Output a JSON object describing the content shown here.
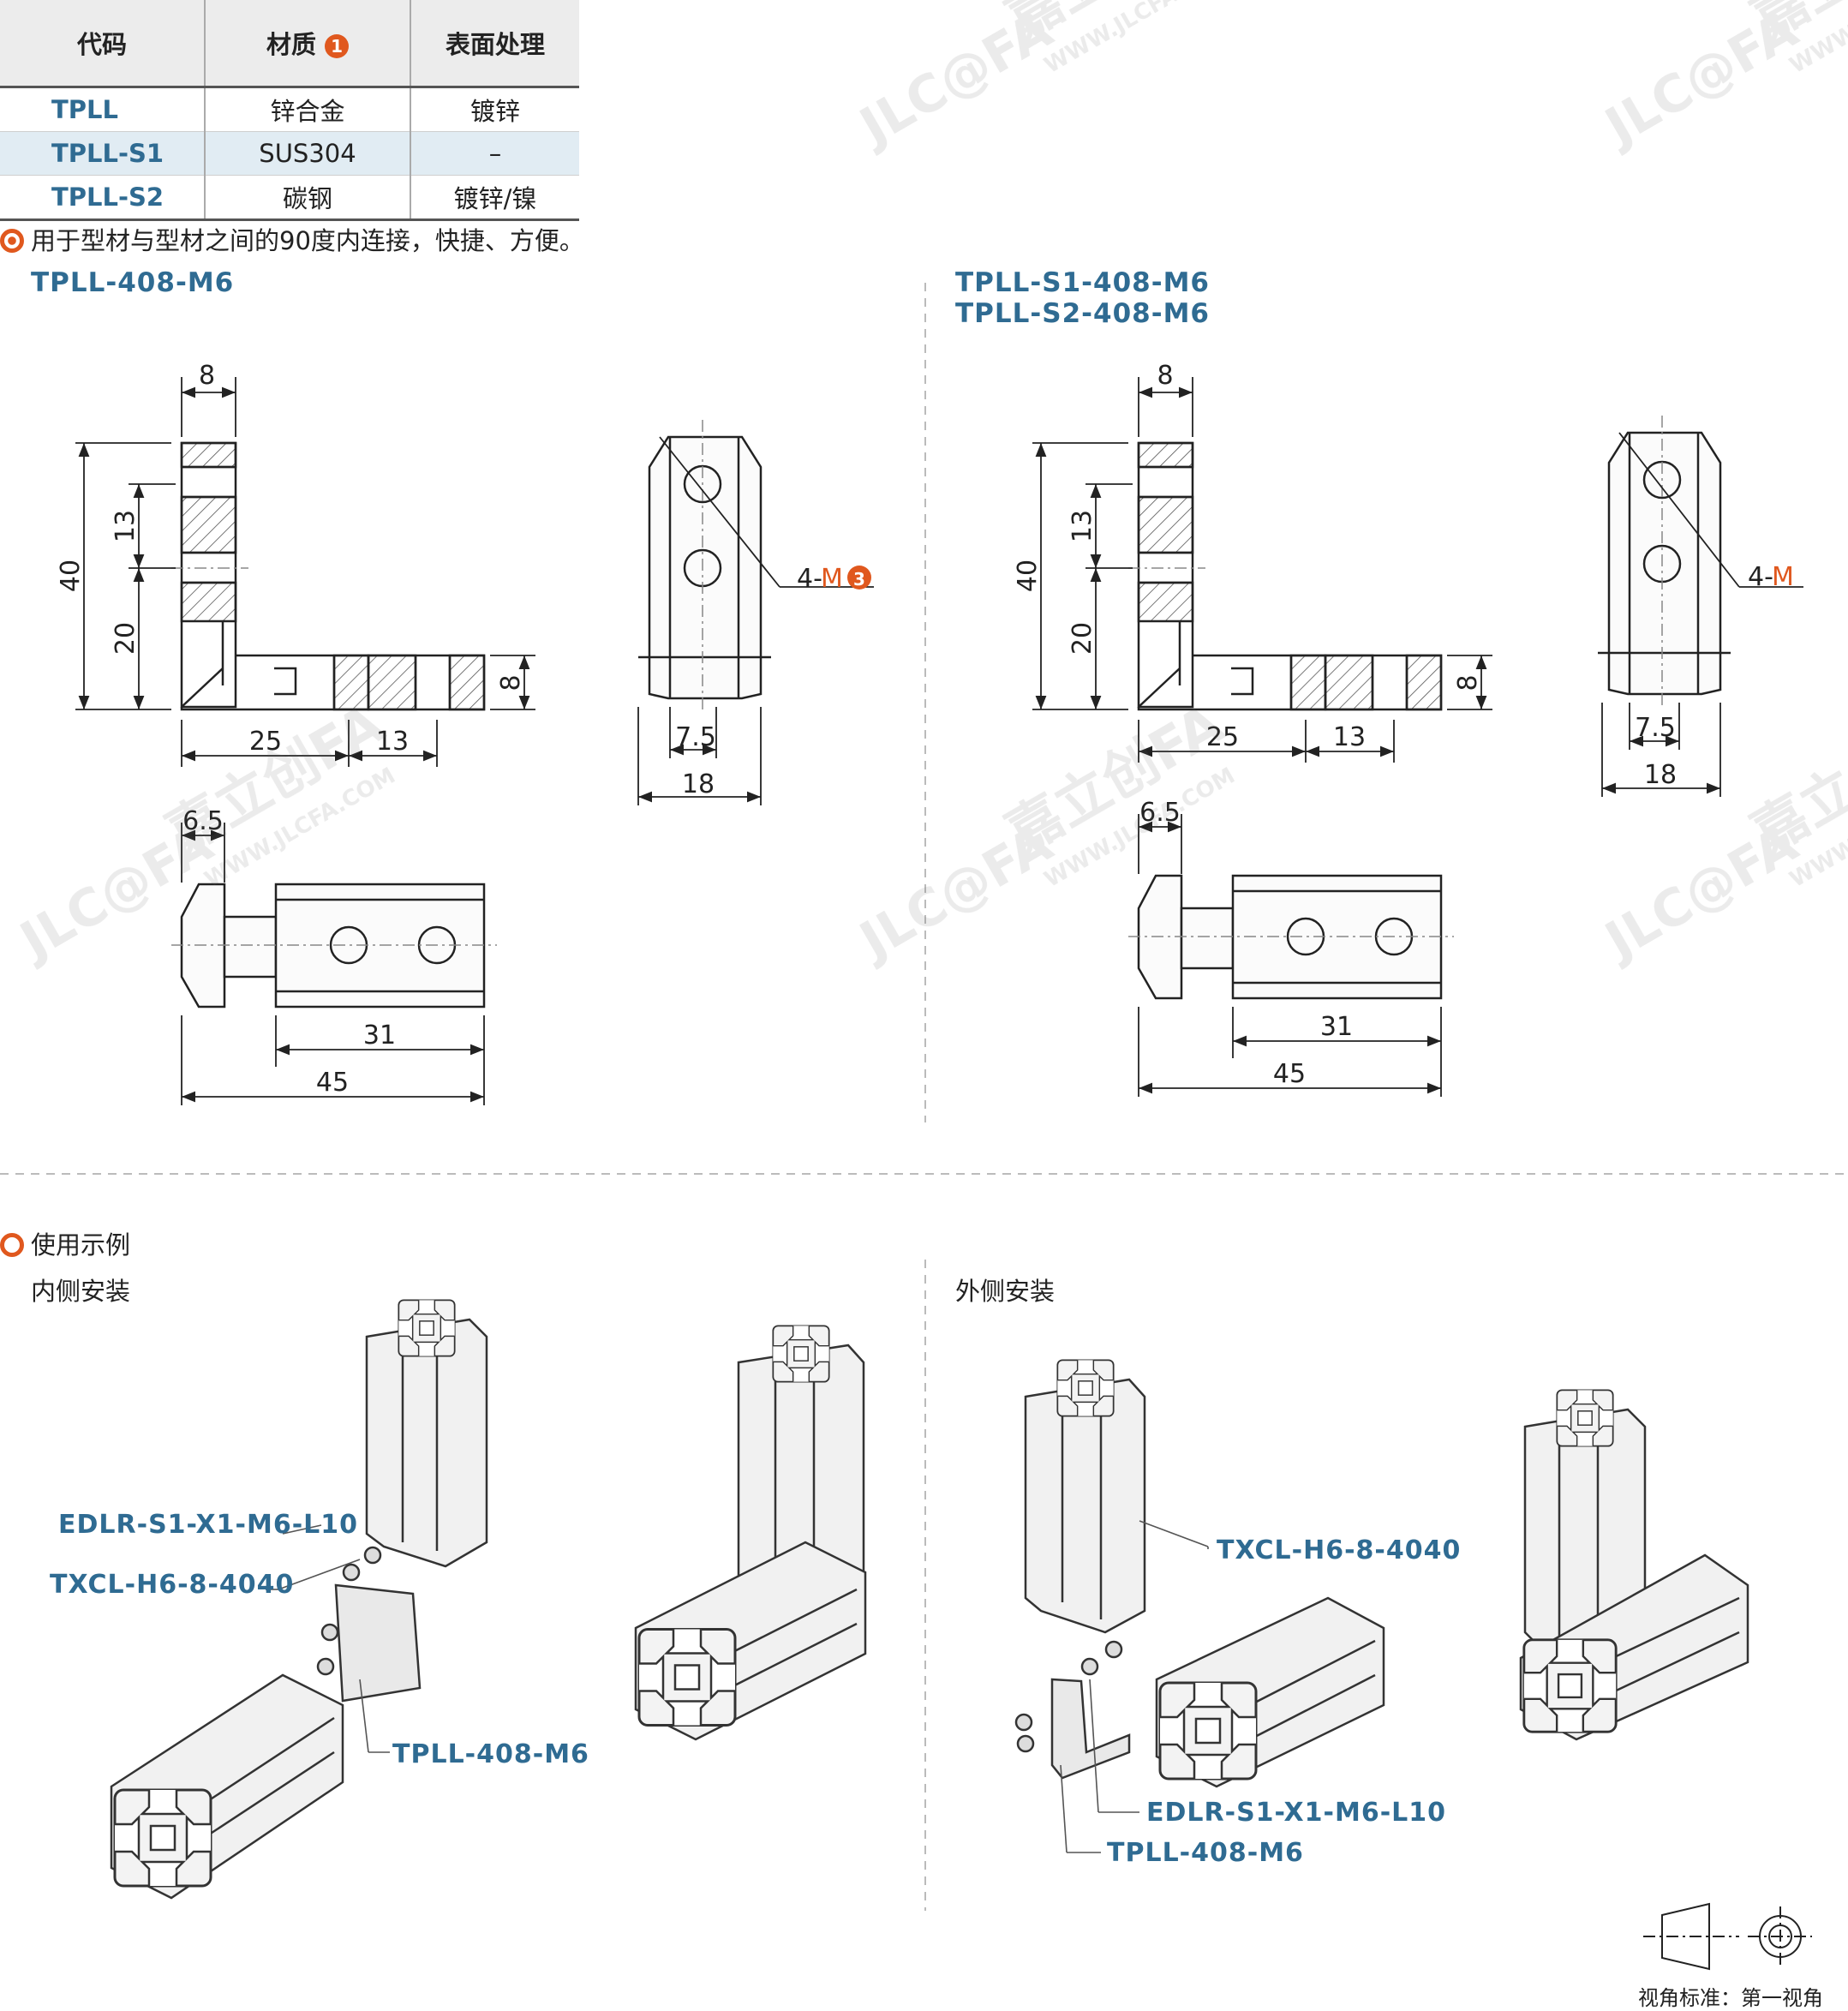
{
  "table": {
    "headers": [
      "代码",
      "材质",
      "表面处理"
    ],
    "material_badge": "1",
    "rows": [
      {
        "code": "TPLL",
        "material": "锌合金",
        "finish": "镀锌"
      },
      {
        "code": "TPLL-S1",
        "material": "SUS304",
        "finish": "–"
      },
      {
        "code": "TPLL-S2",
        "material": "碳钢",
        "finish": "镀锌/镍"
      }
    ]
  },
  "note": "用于型材与型材之间的90度内连接，快捷、方便。",
  "left_model": "TPLL-408-M6",
  "right_models": [
    "TPLL-S1-408-M6",
    "TPLL-S2-408-M6"
  ],
  "dims": {
    "d8": "8",
    "d40": "40",
    "d13": "13",
    "d20": "20",
    "d25": "25",
    "d7_5": "7.5",
    "d18": "18",
    "d6_5": "6.5",
    "d31": "31",
    "d45": "45"
  },
  "thread_callout": {
    "prefix": "4-",
    "m": "M",
    "badge": "3"
  },
  "usage": {
    "title": "使用示例",
    "inner": "内侧安装",
    "outer": "外侧安装",
    "labels": {
      "edlr": "EDLR-S1-X1-M6-L10",
      "txcl": "TXCL-H6-8-4040",
      "tpll": "TPLL-408-M6"
    }
  },
  "projection": "视角标准：第一视角",
  "watermark": {
    "brand": "JLC@FA",
    "cn": "嘉立创FA",
    "url": "WWW.JLCFA.COM"
  },
  "colors": {
    "accent": "#e0581e",
    "model": "#2f6b92"
  }
}
